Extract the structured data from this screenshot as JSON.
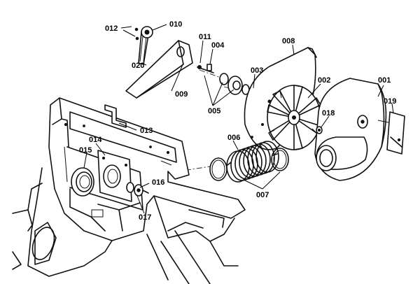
{
  "parts": [
    {
      "id": "p001",
      "label": "001"
    },
    {
      "id": "p002",
      "label": "002"
    },
    {
      "id": "p003",
      "label": "003"
    },
    {
      "id": "p004",
      "label": "004"
    },
    {
      "id": "p005",
      "label": "005"
    },
    {
      "id": "p006",
      "label": "006"
    },
    {
      "id": "p007",
      "label": "007"
    },
    {
      "id": "p008",
      "label": "008"
    },
    {
      "id": "p009",
      "label": "009"
    },
    {
      "id": "p010",
      "label": "010"
    },
    {
      "id": "p011",
      "label": "011"
    },
    {
      "id": "p012",
      "label": "012"
    },
    {
      "id": "p013",
      "label": "013"
    },
    {
      "id": "p014",
      "label": "014"
    },
    {
      "id": "p015",
      "label": "015"
    },
    {
      "id": "p016",
      "label": "016"
    },
    {
      "id": "p017",
      "label": "017"
    },
    {
      "id": "p018",
      "label": "018"
    },
    {
      "id": "p019",
      "label": "019"
    },
    {
      "id": "p020",
      "label": "020"
    }
  ]
}
